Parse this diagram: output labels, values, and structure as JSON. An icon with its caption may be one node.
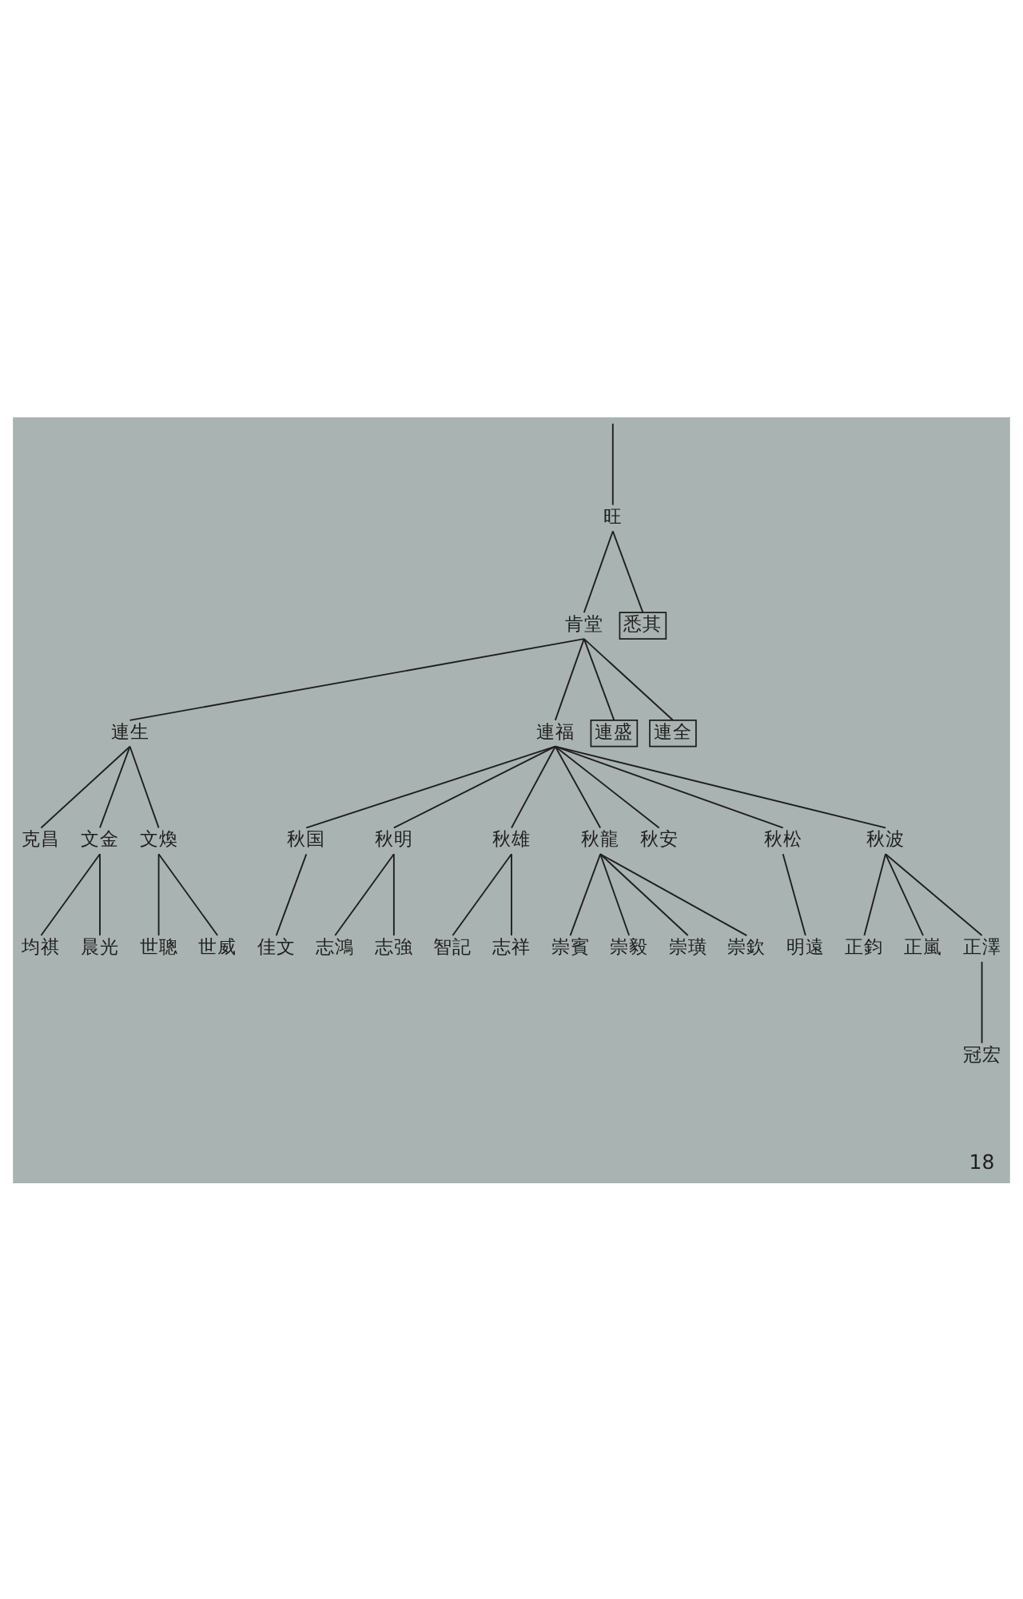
{
  "diagram": {
    "nodes": [
      {
        "text": [
          "旺"
        ]
      },
      {
        "text": [
          "肯堂"
        ]
      },
      {
        "text": [
          "悉其"
        ]
      },
      {
        "text": [
          "連生"
        ]
      },
      {
        "text": [
          "連福"
        ]
      },
      {
        "text": [
          "連盛"
        ]
      },
      {
        "text": [
          "連全"
        ]
      },
      {
        "text": [
          "克昌"
        ]
      },
      {
        "text": [
          "文金"
        ]
      },
      {
        "text": [
          "文煥"
        ]
      },
      {
        "text": [
          "秋国"
        ]
      },
      {
        "text": [
          "秋明"
        ]
      },
      {
        "text": [
          "秋雄"
        ]
      },
      {
        "text": [
          "秋龍"
        ]
      },
      {
        "text": [
          "秋安"
        ]
      },
      {
        "text": [
          "秋松"
        ]
      },
      {
        "text": [
          "秋波"
        ]
      },
      {
        "text": [
          "均祺"
        ]
      },
      {
        "text": [
          "晨光"
        ]
      },
      {
        "text": [
          "世聰"
        ]
      },
      {
        "text": [
          "世威"
        ]
      },
      {
        "text": [
          "佳文"
        ]
      },
      {
        "text": [
          "志鴻"
        ]
      },
      {
        "text": [
          "志強"
        ]
      },
      {
        "text": [
          "智記"
        ]
      },
      {
        "text": [
          "志祥"
        ]
      },
      {
        "text": [
          "崇賓"
        ]
      },
      {
        "text": [
          "崇毅"
        ]
      },
      {
        "text": [
          "崇璜"
        ]
      },
      {
        "text": [
          "崇欽"
        ]
      },
      {
        "text": [
          "明遠"
        ]
      },
      {
        "text": [
          "正鈞"
        ]
      },
      {
        "text": [
          "正嵐"
        ]
      },
      {
        "text": [
          "正澤"
        ]
      },
      {
        "text": [
          "冠宏"
        ]
      }
    ],
    "edges": [
      {
        "from": null,
        "to": 0,
        "arrow": "none"
      },
      {
        "from": 0,
        "to": 1,
        "arrow": "none"
      },
      {
        "from": 0,
        "to": 2,
        "arrow": "none"
      },
      {
        "from": 1,
        "to": 3,
        "arrow": "none"
      },
      {
        "from": 1,
        "to": 4,
        "arrow": "none"
      },
      {
        "from": 1,
        "to": 5,
        "arrow": "none"
      },
      {
        "from": 1,
        "to": 6,
        "arrow": "none"
      },
      {
        "from": 3,
        "to": 7,
        "arrow": "none"
      },
      {
        "from": 3,
        "to": 8,
        "arrow": "none"
      },
      {
        "from": 3,
        "to": 9,
        "arrow": "none"
      },
      {
        "from": 4,
        "to": 10,
        "arrow": "none"
      },
      {
        "from": 4,
        "to": 11,
        "arrow": "none"
      },
      {
        "from": 4,
        "to": 12,
        "arrow": "none"
      },
      {
        "from": 4,
        "to": 13,
        "arrow": "none"
      },
      {
        "from": 4,
        "to": 14,
        "arrow": "none"
      },
      {
        "from": 4,
        "to": 15,
        "arrow": "none"
      },
      {
        "from": 4,
        "to": 16,
        "arrow": "none"
      },
      {
        "from": 8,
        "to": 17,
        "arrow": "none"
      },
      {
        "from": 8,
        "to": 18,
        "arrow": "none"
      },
      {
        "from": 9,
        "to": 19,
        "arrow": "none"
      },
      {
        "from": 9,
        "to": 20,
        "arrow": "none"
      },
      {
        "from": 10,
        "to": 21,
        "arrow": "none"
      },
      {
        "from": 11,
        "to": 22,
        "arrow": "none"
      },
      {
        "from": 11,
        "to": 23,
        "arrow": "none"
      },
      {
        "from": 12,
        "to": 24,
        "arrow": "none"
      },
      {
        "from": 12,
        "to": 25,
        "arrow": "none"
      },
      {
        "from": 13,
        "to": 26,
        "arrow": "none"
      },
      {
        "from": 13,
        "to": 27,
        "arrow": "none"
      },
      {
        "from": 13,
        "to": 28,
        "arrow": "none"
      },
      {
        "from": 13,
        "to": 29,
        "arrow": "none"
      },
      {
        "from": 15,
        "to": 30,
        "arrow": "none"
      },
      {
        "from": 16,
        "to": 31,
        "arrow": "none"
      },
      {
        "from": 16,
        "to": 32,
        "arrow": "none"
      },
      {
        "from": 16,
        "to": 33,
        "arrow": "none"
      },
      {
        "from": 33,
        "to": 34,
        "arrow": "none"
      }
    ],
    "labels": [
      "18"
    ]
  }
}
